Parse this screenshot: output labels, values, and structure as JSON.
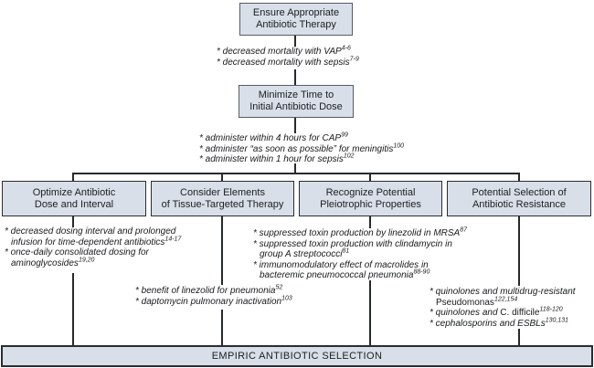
{
  "figure": {
    "type": "flowchart",
    "topic": "Empiric antibiotic selection strategy"
  },
  "colors": {
    "box_fill": "#d8dfe8",
    "box_border_dark": "#2a2d31",
    "box_border_gray": "#565c63",
    "connector_line": "#26292d",
    "text": "#1b1e21"
  },
  "boxes": {
    "ensure": {
      "line1": "Ensure Appropriate",
      "line2": "Antibiotic Therapy"
    },
    "minimize": {
      "line1": "Minimize Time to",
      "line2": "Initial Antibiotic Dose"
    },
    "optimize": {
      "line1": "Optimize Antibiotic",
      "line2": "Dose and Interval"
    },
    "tissue": {
      "line1": "Consider Elements",
      "line2": "of Tissue-Targeted Therapy"
    },
    "pleiotrophic": {
      "line1": "Recognize Potential",
      "line2": "Pleiotrophic Properties"
    },
    "resistance": {
      "line1": "Potential Selection of",
      "line2": "Antibiotic Resistance"
    },
    "empiric": {
      "label": "EMPIRIC ANTIBIOTIC SELECTION"
    }
  },
  "notes": {
    "ensure": [
      {
        "text": "* decreased mortality with VAP",
        "sup": "4-6"
      },
      {
        "text": "* decreased mortality with sepsis",
        "sup": "7-9"
      }
    ],
    "minimize": [
      {
        "text": "* administer within 4 hours for CAP",
        "sup": "99"
      },
      {
        "text": "* administer “as soon as possible” for meningitis",
        "sup": "100"
      },
      {
        "text": "* administer within 1 hour for sepsis",
        "sup": "102"
      }
    ],
    "optimize": [
      {
        "text": "* decreased dosing interval and prolonged"
      },
      {
        "text": "infusion for time-dependent antibiotics",
        "sup": "14-17"
      },
      {
        "text": "* once-daily consolidated dosing for"
      },
      {
        "text": "aminoglycosides",
        "sup": "19,20"
      }
    ],
    "tissue": [
      {
        "text": "* benefit of linezolid for pneumonia",
        "sup": "52"
      },
      {
        "text": "* daptomycin pulmonary inactivation",
        "sup": "103"
      }
    ],
    "pleiotrophic": [
      {
        "text": "* suppressed toxin production by linezolid in MRSA",
        "sup": "87"
      },
      {
        "text": "* suppressed toxin production with clindamycin in"
      },
      {
        "text": "group A streptococci",
        "sup": "81"
      },
      {
        "text": "* immunomodulatory effect of macrolides in"
      },
      {
        "text": "bacteremic pneumococcal pneumonia",
        "sup": "88-90"
      }
    ],
    "resistance": [
      {
        "text": "* quinolones and multidrug-resistant"
      },
      {
        "roman": "Pseudomonas",
        "sup": "122,154"
      },
      {
        "text": "* quinolones and ",
        "roman": "C. difficile",
        "sup": "118-120"
      },
      {
        "text": "* cephalosporins and ESBLs",
        "sup": "130,131"
      }
    ]
  }
}
